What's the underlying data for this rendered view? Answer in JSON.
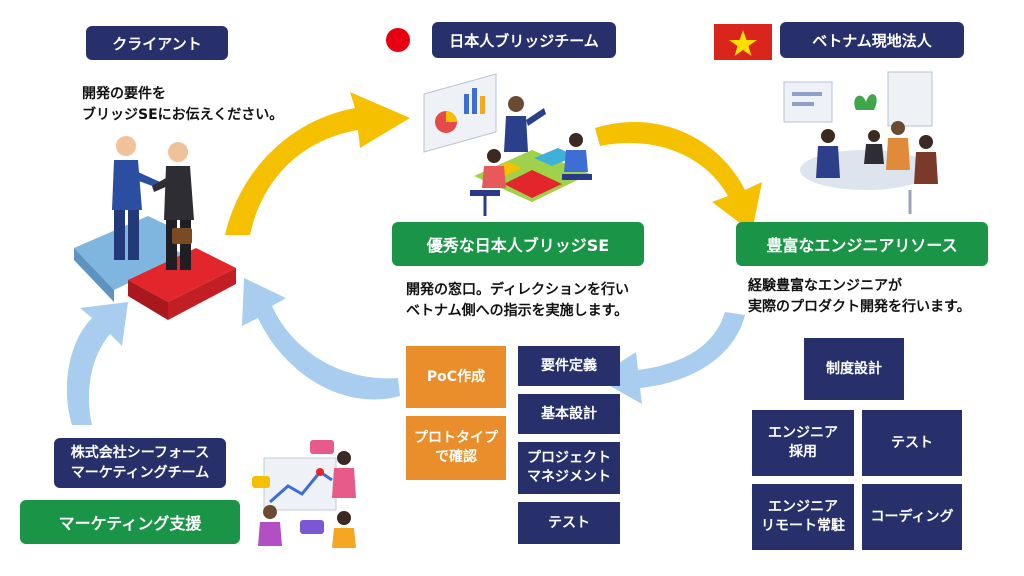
{
  "columns": {
    "client": {
      "header": "クライアント",
      "desc": "開発の要件を\nブリッジSEにお伝えください。"
    },
    "japan": {
      "header": "日本人ブリッジチーム",
      "green": "優秀な日本人ブリッジSE",
      "desc": "開発の窓口。ディレクションを行い\nベトナム側への指示を実施します。",
      "orange_boxes": [
        "PoC作成",
        "プロトタイプ\nで確認"
      ],
      "navy_boxes": [
        "要件定義",
        "基本設計",
        "プロジェクト\nマネジメント",
        "テスト"
      ]
    },
    "vietnam": {
      "header": "ベトナム現地法人",
      "green": "豊富なエンジニアリソース",
      "desc": "経験豊富なエンジニアが\n実際のプロダクト開発を行います。",
      "boxes": [
        "制度設計",
        "エンジニア\n採用",
        "テスト",
        "エンジニア\nリモート常駐",
        "コーディング"
      ]
    },
    "marketing": {
      "team": "株式会社シーフォース\nマーケティングチーム",
      "green": "マーケティング支援"
    }
  },
  "colors": {
    "navy": "#27306b",
    "green": "#1a9446",
    "orange": "#ea8d2b",
    "yellow_arrow": "#f5c000",
    "blue_arrow": "#a9cdee",
    "japan_red": "#e60012",
    "vietnam_red": "#da251d",
    "vietnam_star": "#ffde00"
  },
  "icons": [
    "japan-flag-icon",
    "vietnam-flag-icon",
    "handshake-puzzle-illustration",
    "meeting-illustration",
    "team-office-illustration",
    "marketing-illustration"
  ]
}
